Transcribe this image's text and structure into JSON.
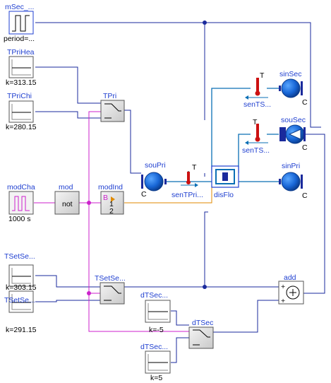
{
  "diagram": {
    "blocks": {
      "mSec": {
        "name": "mSec_...",
        "param": "period=..."
      },
      "TPriHea": {
        "name": "TPriHea",
        "param": "k=313.15"
      },
      "TPriChi": {
        "name": "TPriChi",
        "param": "k=280.15"
      },
      "modCha": {
        "name": "modCha",
        "param": "1000 s"
      },
      "mod": {
        "name": "mod",
        "inner": "not"
      },
      "modInd": {
        "name": "modInd",
        "port_b": "B",
        "row1": "1",
        "row2": "2"
      },
      "TPri": {
        "name": "TPri"
      },
      "TSetSec1": {
        "name": "TSetSe...",
        "param": "k=303.15"
      },
      "TSetSec2": {
        "name": "TSetSe...",
        "param": "k=291.15"
      },
      "TSetSecSwitch": {
        "name": "TSetSe..."
      },
      "dTSec1": {
        "name": "dTSec...",
        "param": "k=-5"
      },
      "dTSec2": {
        "name": "dTSec...",
        "param": "k=5"
      },
      "dTSec": {
        "name": "dTSec"
      },
      "add": {
        "name": "add",
        "plus1": "+",
        "plus2": "+"
      },
      "souPri": {
        "name": "souPri",
        "port": "C"
      },
      "senTPri": {
        "name": "senTPri...",
        "T": "T"
      },
      "disFlo": {
        "name": "disFlo"
      },
      "senTS1": {
        "name": "senTS...",
        "T": "T"
      },
      "senTS2": {
        "name": "senTS...",
        "T": "T"
      },
      "sinSec": {
        "name": "sinSec",
        "port": "C"
      },
      "souSec": {
        "name": "souSec",
        "port": "C"
      },
      "sinPri": {
        "name": "sinPri",
        "port": "C"
      }
    },
    "colors": {
      "fluid": "#0b6fb5",
      "real": "#1a2a9c",
      "boolean": "#cc22cc",
      "integer": "#e08a00",
      "label": "#1f3fd0"
    }
  }
}
